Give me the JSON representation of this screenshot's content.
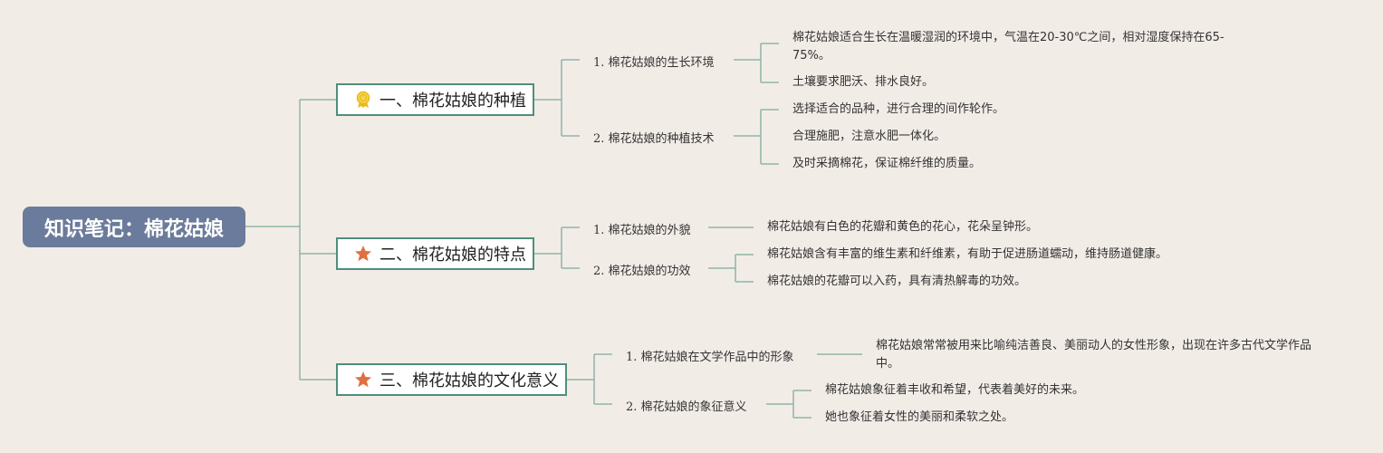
{
  "root": {
    "title": "知识笔记：棉花姑娘"
  },
  "branches": [
    {
      "label": "一、棉花姑娘的种植",
      "icon": "award-ribbon-icon",
      "subs": [
        {
          "label": "1. 棉花姑娘的生长环境",
          "leaves": [
            "棉花姑娘适合生长在温暖湿润的环境中，气温在20-30℃之间，相对湿度保持在65-75%。",
            "土壤要求肥沃、排水良好。"
          ]
        },
        {
          "label": "2. 棉花姑娘的种植技术",
          "leaves": [
            "选择适合的品种，进行合理的间作轮作。",
            "合理施肥，注意水肥一体化。",
            "及时采摘棉花，保证棉纤维的质量。"
          ]
        }
      ]
    },
    {
      "label": "二、棉花姑娘的特点",
      "icon": "star-icon",
      "subs": [
        {
          "label": "1. 棉花姑娘的外貌",
          "leaves": [
            "棉花姑娘有白色的花瓣和黄色的花心，花朵呈钟形。"
          ]
        },
        {
          "label": "2. 棉花姑娘的功效",
          "leaves": [
            "棉花姑娘含有丰富的维生素和纤维素，有助于促进肠道蠕动，维持肠道健康。",
            "棉花姑娘的花瓣可以入药，具有清热解毒的功效。"
          ]
        }
      ]
    },
    {
      "label": "三、棉花姑娘的文化意义",
      "icon": "star-icon",
      "subs": [
        {
          "label": "1. 棉花姑娘在文学作品中的形象",
          "leaves": [
            "棉花姑娘常常被用来比喻纯洁善良、美丽动人的女性形象，出现在许多古代文学作品中。"
          ]
        },
        {
          "label": "2. 棉花姑娘的象征意义",
          "leaves": [
            "棉花姑娘象征着丰收和希望，代表着美好的未来。",
            "她也象征着女性的美丽和柔软之处。"
          ]
        }
      ]
    }
  ],
  "colors": {
    "background": "#f2ece7",
    "root": "#6b7b9b",
    "branch_border": "#4e8f7c",
    "connector": "#8fb5a8",
    "star": "#e07040",
    "ribbon": "#e8b820"
  }
}
